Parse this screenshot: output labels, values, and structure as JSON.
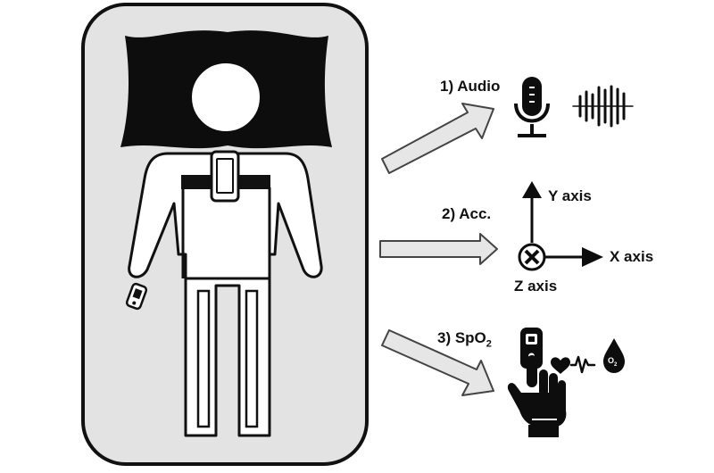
{
  "channels": [
    {
      "id": "audio",
      "label": "1) Audio"
    },
    {
      "id": "acc",
      "label": "2) Acc."
    },
    {
      "id": "spo2",
      "label_main": "3) SpO",
      "label_sub": "2"
    }
  ],
  "axes": {
    "y": "Y axis",
    "x": "X axis",
    "z": "Z axis"
  },
  "o2_symbol": {
    "main": "O",
    "sub": "2"
  },
  "colors": {
    "mattress": "#e3e3e3",
    "outline": "#111111",
    "arrow_fill": "#e6e6e6",
    "arrow_stroke": "#444444"
  }
}
